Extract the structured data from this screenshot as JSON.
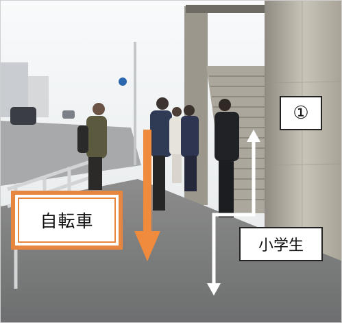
{
  "image": {
    "description_colors": {
      "sky": "#f4f6f7",
      "wall": "#b7b2a6",
      "pavement": "#7f807f",
      "orange_arrow": "#f08a3c",
      "white_arrow": "#ffffff"
    }
  },
  "labels": {
    "bike_label": "自転車",
    "student_label": "小学生",
    "marker_label": "①"
  },
  "icons": {
    "bike_arrow": "arrow-down-icon",
    "student_arrow": "route-arrow-icon"
  }
}
